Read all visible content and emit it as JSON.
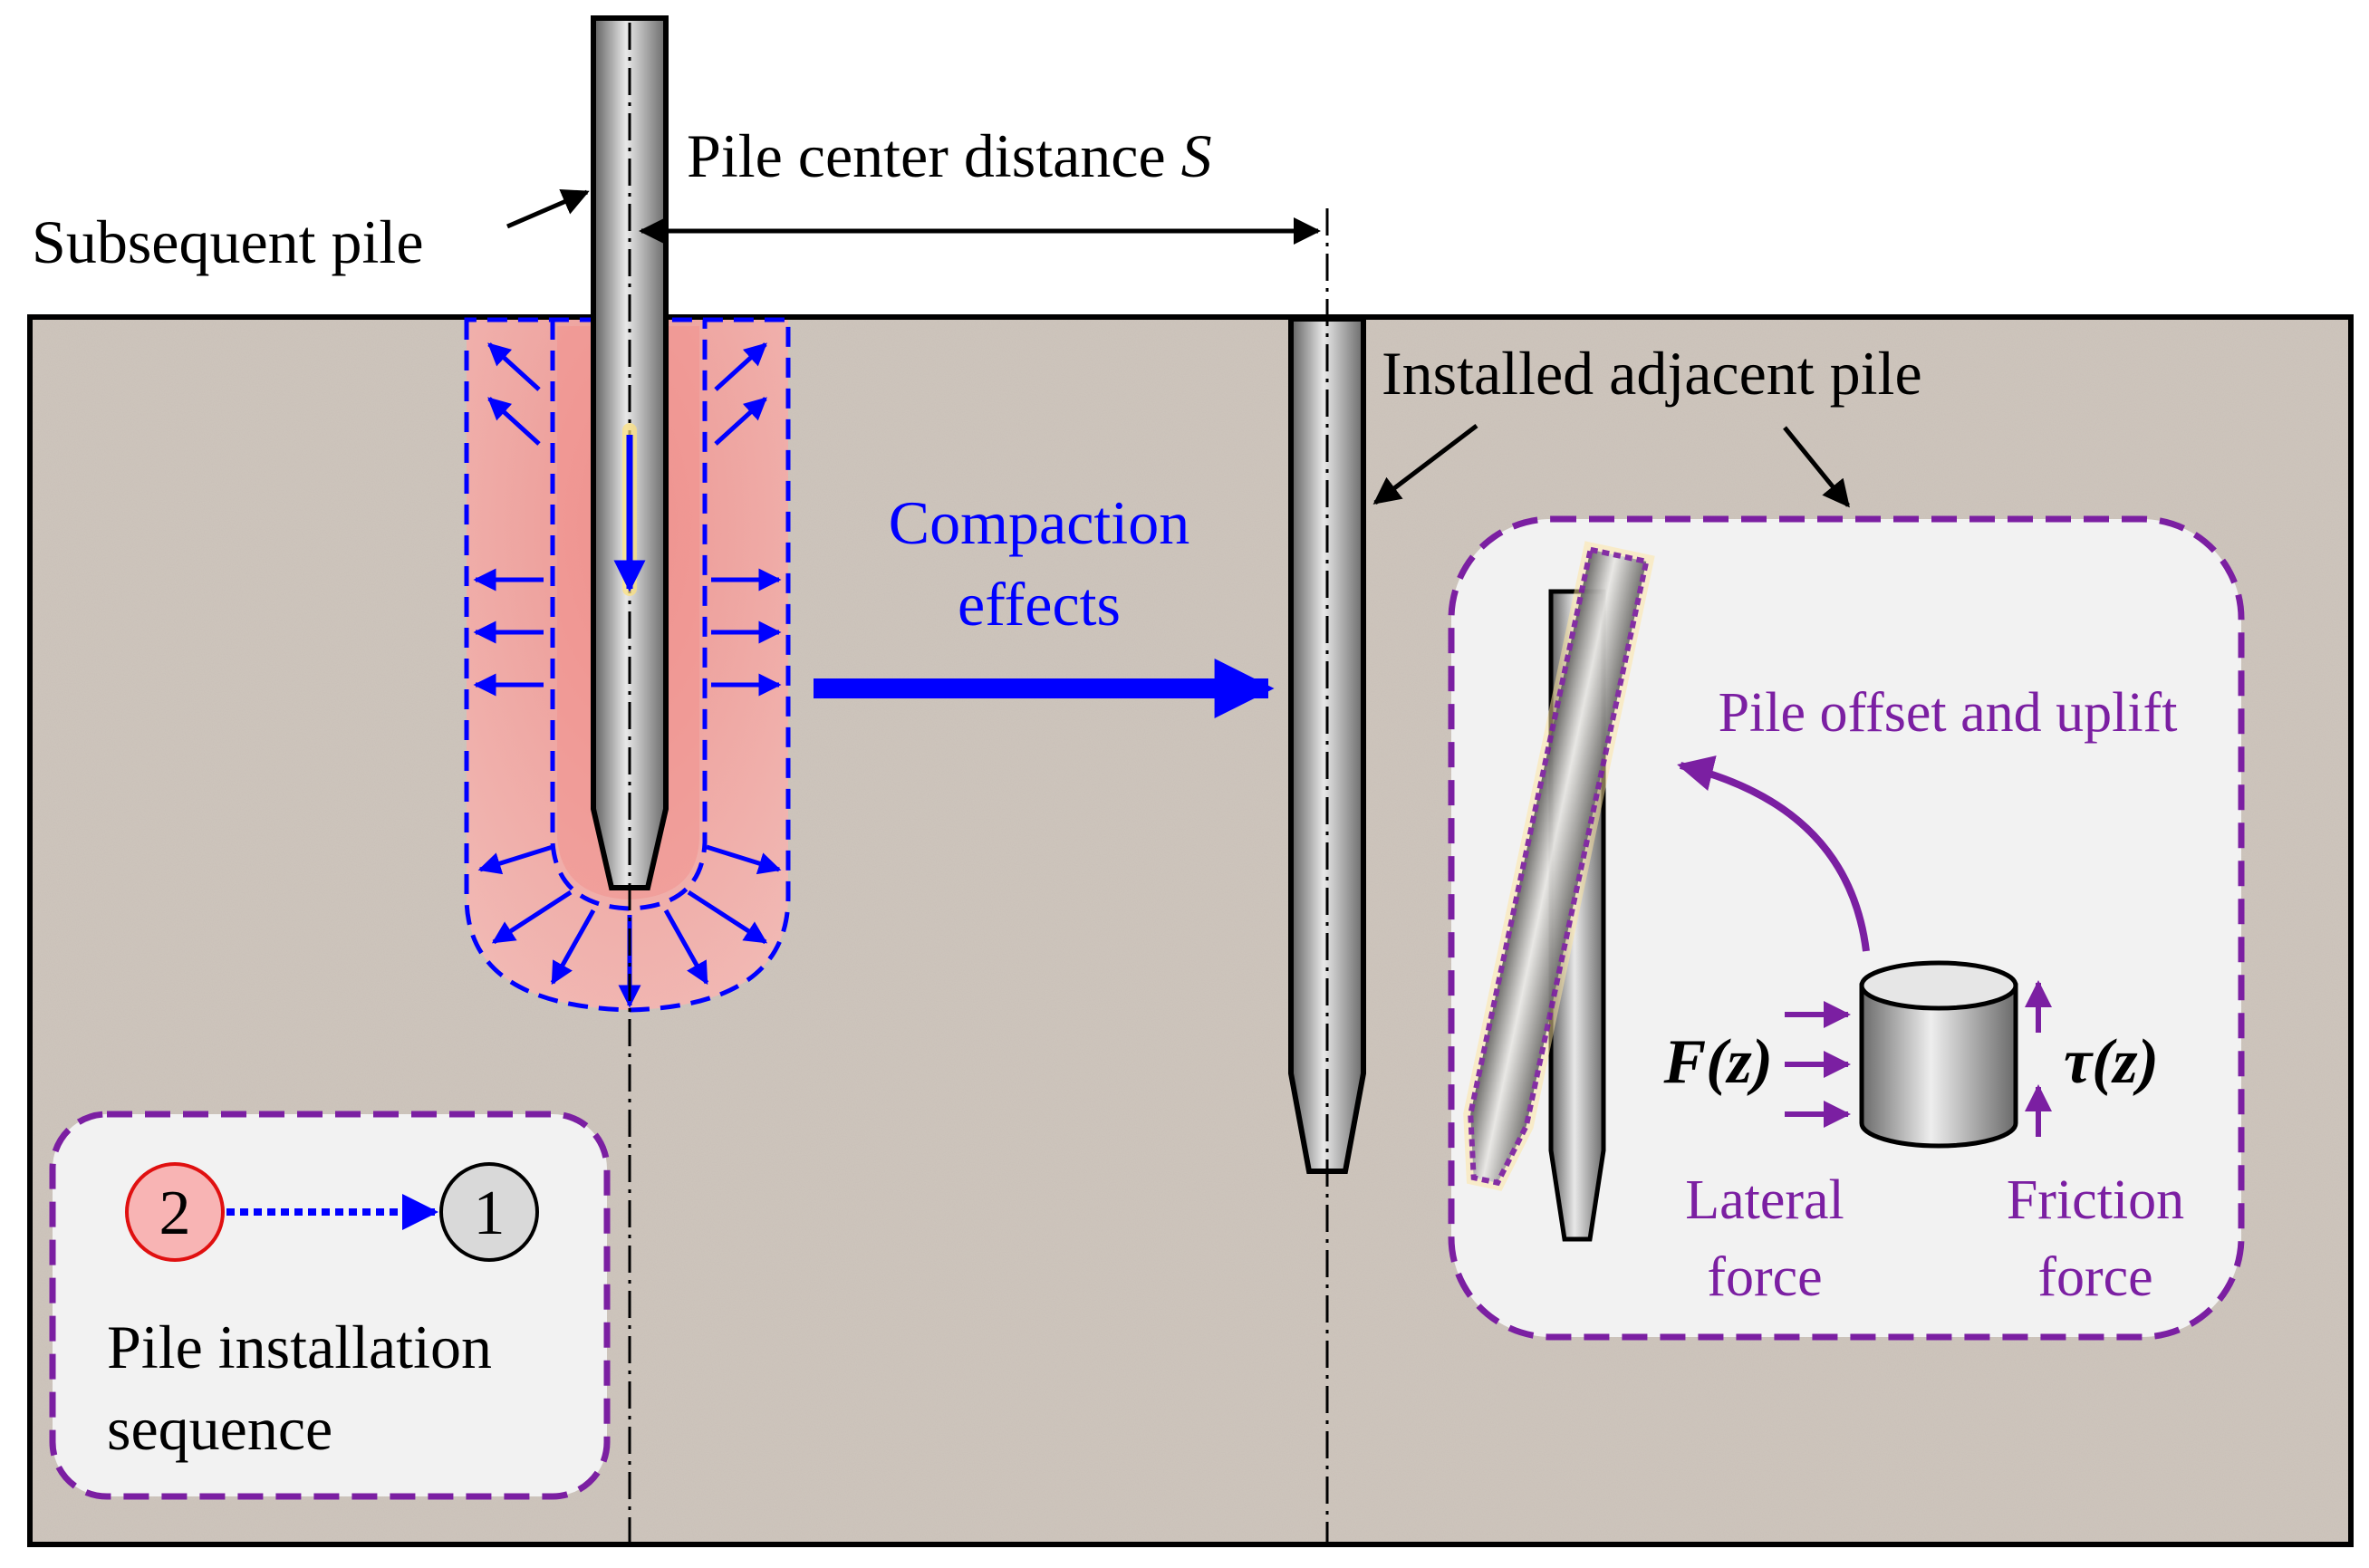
{
  "labels": {
    "subsequent_pile": "Subsequent pile",
    "pile_center_distance": "Pile center distance ",
    "distance_symbol": "S",
    "installed_adjacent_pile": "Installed adjacent pile",
    "compaction_line1": "Compaction",
    "compaction_line2": "effects",
    "pile_offset_uplift": "Pile offset and uplift",
    "lateral_force_symbol": "F(z)",
    "friction_force_symbol": "τ(z)",
    "lateral_line1": "Lateral",
    "lateral_line2": "force",
    "friction_line1": "Friction",
    "friction_line2": "force",
    "sequence_line1": "Pile installation",
    "sequence_line2": "sequence",
    "seq_second": "2",
    "seq_first": "1"
  },
  "colors": {
    "soil": "#cfc6bd",
    "compaction_zone": "#f7a9a6",
    "blue_arrows": "#0000ff",
    "purple": "#7b1fa2",
    "pile_gray": "#8c8c8c",
    "circle_red": "#f8b4b4",
    "circle_gray": "#d9d9d9"
  }
}
